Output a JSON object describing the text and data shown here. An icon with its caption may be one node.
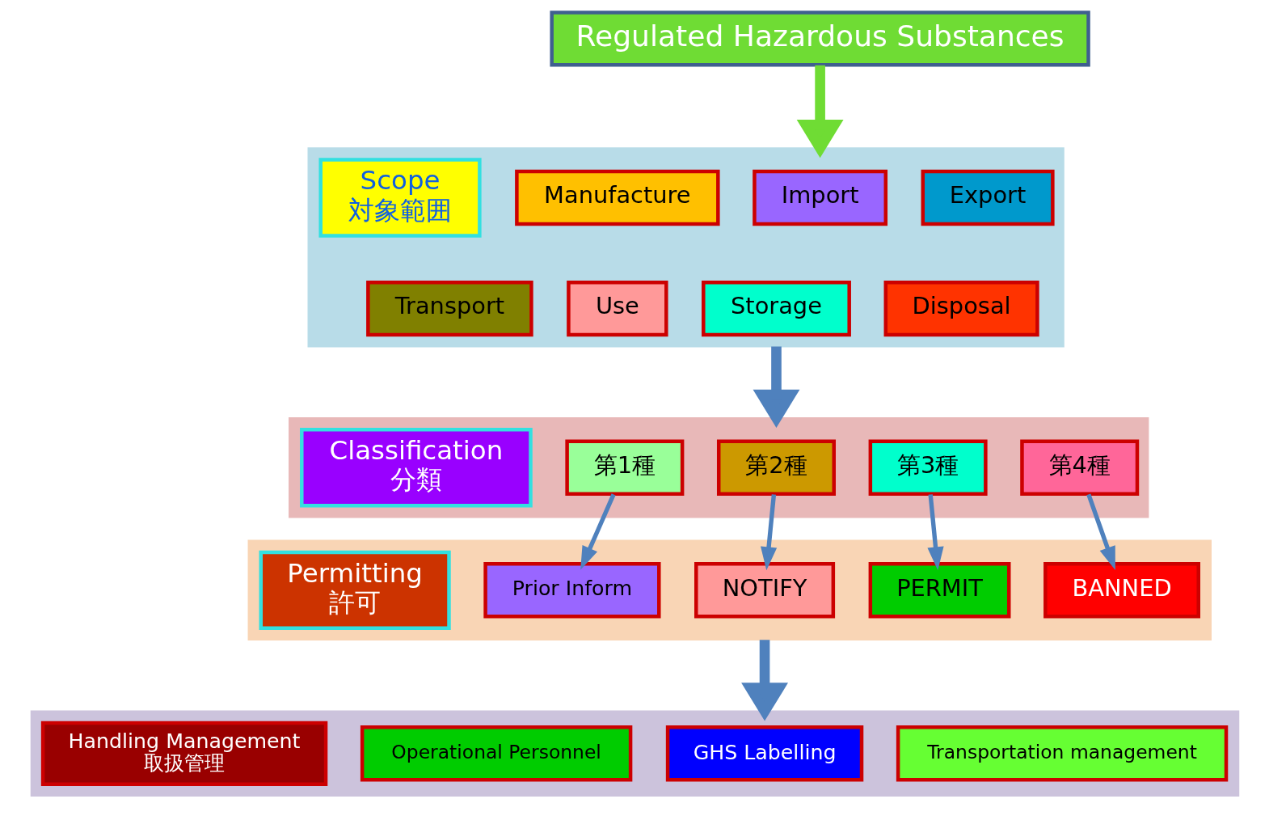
{
  "diagram": {
    "nodes": [
      {
        "text": [
          "Regulated Hazardous Substances"
        ]
      },
      {
        "text": [],
        "shape": "box"
      },
      {
        "text": [
          "Scope",
          "対象範囲"
        ],
        "in": 1
      },
      {
        "text": [
          "Manufacture"
        ],
        "in": 1
      },
      {
        "text": [
          "Import"
        ],
        "in": 1
      },
      {
        "text": [
          "Export"
        ],
        "in": 1
      },
      {
        "text": [
          "Transport"
        ],
        "in": 1
      },
      {
        "text": [
          "Use"
        ],
        "in": 1
      },
      {
        "text": [
          "Storage"
        ],
        "in": 1
      },
      {
        "text": [
          "Disposal"
        ],
        "in": 1
      },
      {
        "text": [],
        "shape": "box"
      },
      {
        "text": [
          "Classification",
          "分類"
        ],
        "in": 10
      },
      {
        "text": [
          "第1種"
        ],
        "in": 10
      },
      {
        "text": [
          "第2種"
        ],
        "in": 10
      },
      {
        "text": [
          "第3種"
        ],
        "in": 10
      },
      {
        "text": [
          "第4種"
        ],
        "in": 10
      },
      {
        "text": [],
        "shape": "box"
      },
      {
        "text": [
          "Permitting",
          "許可"
        ],
        "in": 16
      },
      {
        "text": [
          "Prior Inform"
        ],
        "in": 16
      },
      {
        "text": [
          "NOTIFY"
        ],
        "in": 16
      },
      {
        "text": [
          "PERMIT"
        ],
        "in": 16
      },
      {
        "text": [
          "BANNED"
        ],
        "in": 16
      },
      {
        "text": [],
        "shape": "box"
      },
      {
        "text": [
          "Handling Management",
          "取扱管理"
        ],
        "in": 22
      },
      {
        "text": [
          "Operational Personnel"
        ],
        "in": 22
      },
      {
        "text": [
          "GHS Labelling"
        ],
        "in": 22
      },
      {
        "text": [
          "Transportation management"
        ],
        "in": 22
      }
    ],
    "edges": [
      {
        "from": 0,
        "to": 1,
        "arrow": "to",
        "style": "thick",
        "color": "#6fdc34"
      },
      {
        "from": 1,
        "to": 10,
        "arrow": "to",
        "style": "thick"
      },
      {
        "from": 12,
        "to": 18,
        "arrow": "to"
      },
      {
        "from": 13,
        "to": 19,
        "arrow": "to"
      },
      {
        "from": 14,
        "to": 20,
        "arrow": "to"
      },
      {
        "from": 15,
        "to": 21,
        "arrow": "to"
      },
      {
        "from": 16,
        "to": 22,
        "arrow": "to",
        "style": "thick"
      }
    ]
  }
}
